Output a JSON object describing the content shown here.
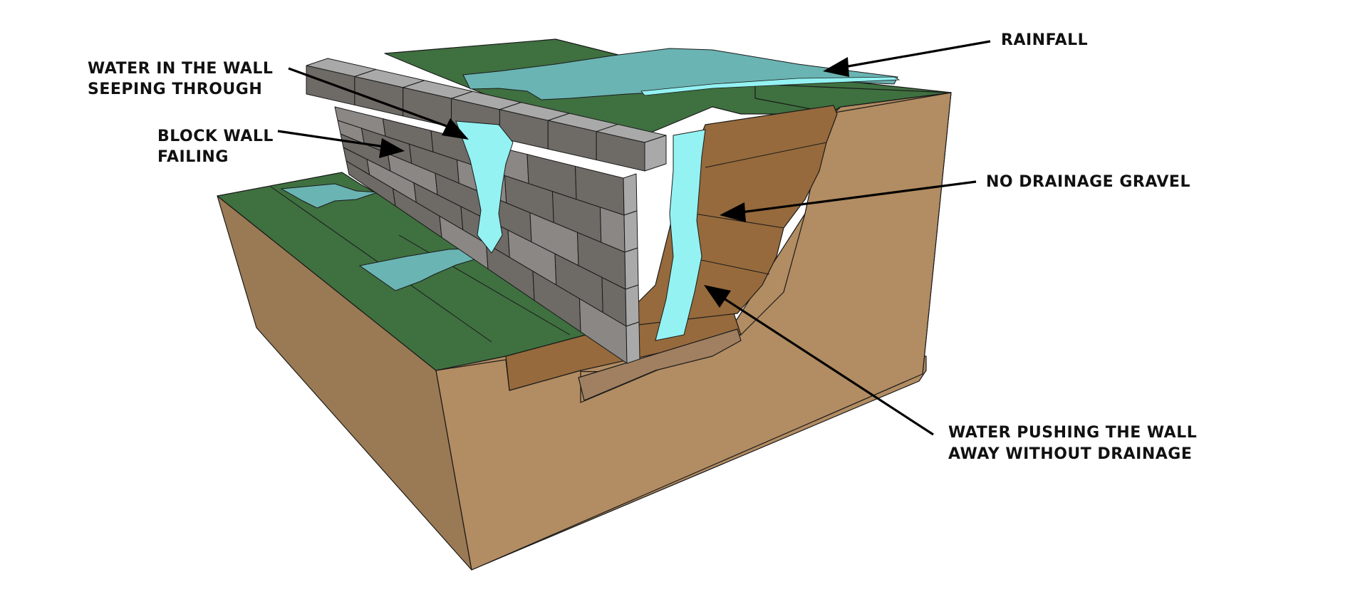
{
  "labels": {
    "rainfall": "RAINFALL",
    "water_in_wall_1": "WATER IN THE WALL",
    "water_in_wall_2": "SEEPING THROUGH",
    "block_wall_1": "BLOCK WALL",
    "block_wall_2": "FAILING",
    "no_drainage": "NO DRAINAGE GRAVEL",
    "water_pushing_1": "WATER PUSHING THE WALL",
    "water_pushing_2": "AWAY WITHOUT DRAINAGE"
  },
  "colors": {
    "grass": "#3f7040",
    "soil_front": "#b28c62",
    "soil_side": "#9a7a54",
    "soil_cut": "#966a3c",
    "block": "#6e6a66",
    "block_light": "#8a8784",
    "block_top": "#a9a9a9",
    "water": "#6ab4b3",
    "water_bright": "#94f2f2"
  }
}
